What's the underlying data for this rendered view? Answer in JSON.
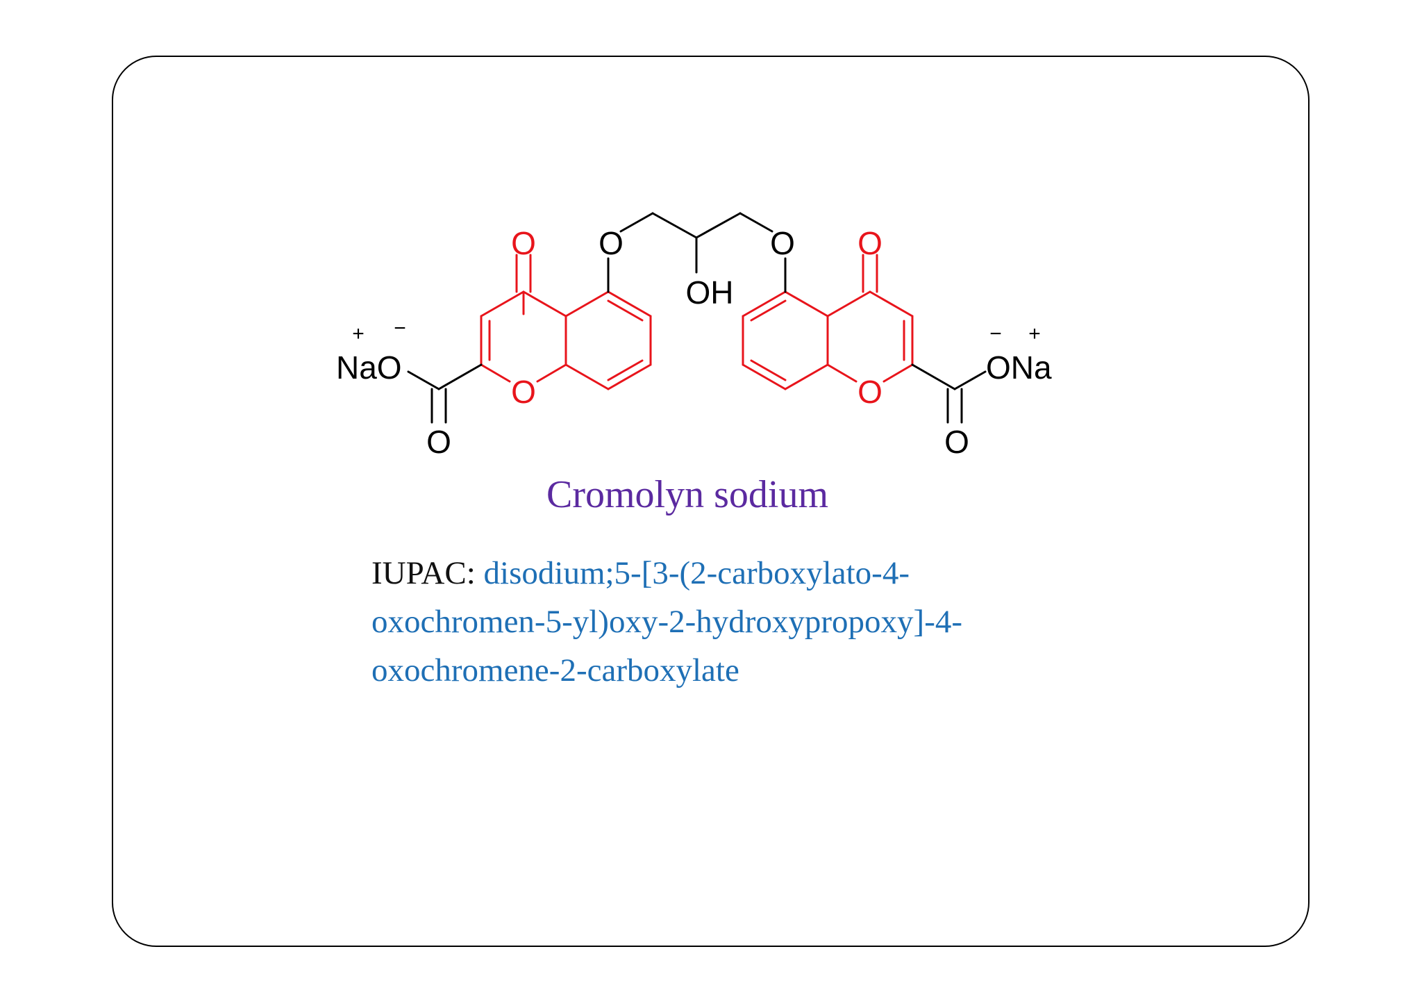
{
  "molecule": {
    "carbonyl_o_left": "O",
    "ether_o_left": "O",
    "hydroxyl": "OH",
    "ether_o_right": "O",
    "carbonyl_o_right": "O",
    "sodium_left": "NaO",
    "charge_plus_left": "+",
    "charge_minus_left": "−",
    "ring_o_left": "O",
    "ring_o_right": "O",
    "sodium_right": "ONa",
    "charge_minus_right": "−",
    "charge_plus_right": "+",
    "carboxyl_o_left": "O",
    "carboxyl_o_right": "O"
  },
  "title": "Cromolyn sodium",
  "iupac": {
    "label": "IUPAC:",
    "name": "disodium;5-[3-(2-carboxylato-4-oxochromen-5-yl)oxy-2-hydroxypropoxy]-4-oxochromene-2-carboxylate"
  },
  "colors": {
    "chromone": "#e8141b",
    "bond": "#000000",
    "title": "#5b2aa0",
    "iupac_name": "#1e6fb5"
  }
}
